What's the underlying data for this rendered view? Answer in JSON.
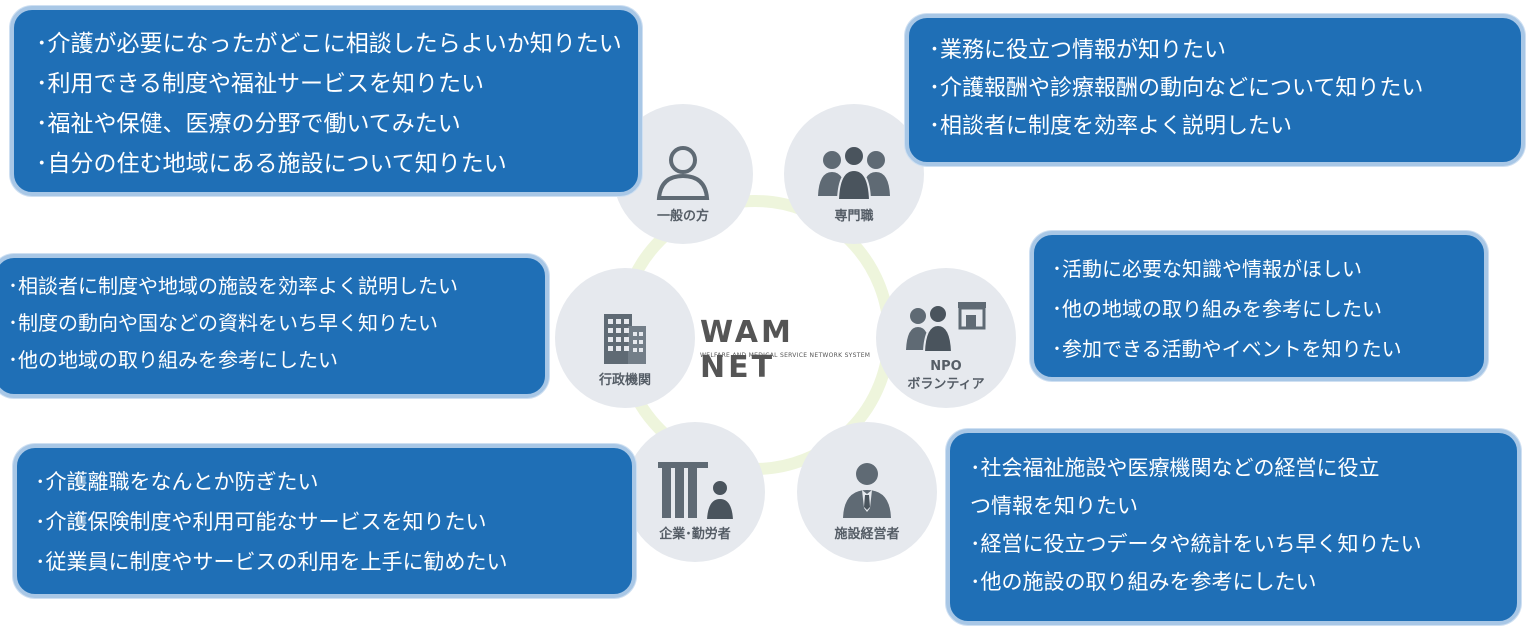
{
  "center": {
    "logo": "WAM NET",
    "tagline": "WELFARE AND MEDICAL SERVICE NETWORK SYSTEM"
  },
  "nodes": {
    "general": "一般の方",
    "professional": "専門職",
    "government": "行政機関",
    "npo": "NPO\nボランティア",
    "corporate": "企業･勤労者",
    "facility": "施設経営者"
  },
  "bubbles": {
    "general": [
      "･介護が必要になったがどこに相談したらよいか知りたい",
      "･利用できる制度や福祉サービスを知りたい",
      "･福祉や保健、医療の分野で働いてみたい",
      "･自分の住む地域にある施設について知りたい"
    ],
    "professional": [
      "･業務に役立つ情報が知りたい",
      "･介護報酬や診療報酬の動向などについて知りたい",
      "･相談者に制度を効率よく説明したい"
    ],
    "government": [
      "･相談者に制度や地域の施設を効率よく説明したい",
      "･制度の動向や国などの資料をいち早く知りたい",
      "･他の地域の取り組みを参考にしたい"
    ],
    "npo": [
      "･活動に必要な知識や情報がほしい",
      "･他の地域の取り組みを参考にしたい",
      "･参加できる活動やイベントを知りたい"
    ],
    "corporate": [
      "･介護離職をなんとか防ぎたい",
      "･介護保険制度や利用可能なサービスを知りたい",
      "･従業員に制度やサービスの利用を上手に勧めたい"
    ],
    "facility": [
      "･社会福祉施設や医療機関などの経営に役立",
      "つ情報を知りたい",
      "･経営に役立つデータや統計をいち早く知りたい",
      "･他の施設の取り組みを参考にしたい"
    ]
  },
  "colors": {
    "bubble": "#1f6fb6",
    "bubble_border": "#a8c7e6",
    "node": "#e6e9ee",
    "ring": "#eef5dc",
    "icon": "#5f6a74"
  },
  "icons": {
    "general": "person-outline-icon",
    "professional": "group-of-people-icon",
    "government": "office-building-icon",
    "npo": "people-with-shop-icon",
    "corporate": "building-with-person-icon",
    "facility": "manager-in-suit-icon"
  }
}
